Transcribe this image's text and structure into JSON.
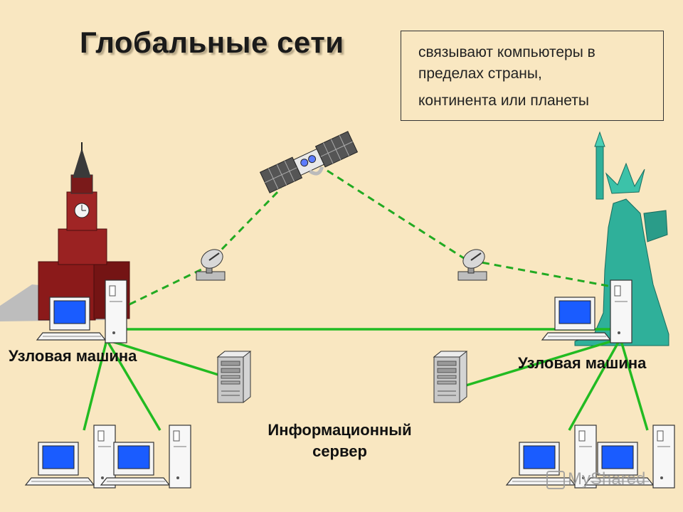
{
  "title": "Глобальные сети",
  "definition": {
    "lines": [
      "связывают компьютеры в",
      "пределах страны,",
      "континента или планеты"
    ]
  },
  "labels": {
    "left_node": "Узловая машина",
    "right_node": "Узловая машина",
    "server_line1": "Информационный",
    "server_line2": "сервер"
  },
  "watermark": "MyShared",
  "colors": {
    "background": "#f9e7c1",
    "link": "#22bb22",
    "satellite_link": "#22aa22",
    "screen": "#1a5cff",
    "kremlin": "#8b1a1a",
    "statue": "#2fb09a"
  }
}
